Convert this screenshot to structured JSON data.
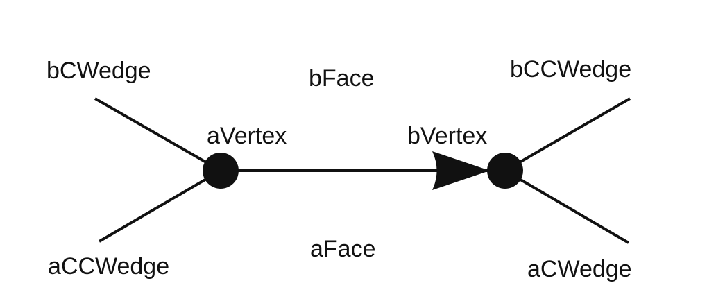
{
  "diagram": {
    "labels": {
      "b_cw_edge": "bCWedge",
      "b_face": "bFace",
      "b_ccw_edge": "bCCWedge",
      "a_vertex": "aVertex",
      "b_vertex": "bVertex",
      "a_ccw_edge": "aCCWedge",
      "a_face": "aFace",
      "a_cw_edge": "aCWedge"
    },
    "colors": {
      "ink": "#111111",
      "background": "#ffffff"
    }
  }
}
